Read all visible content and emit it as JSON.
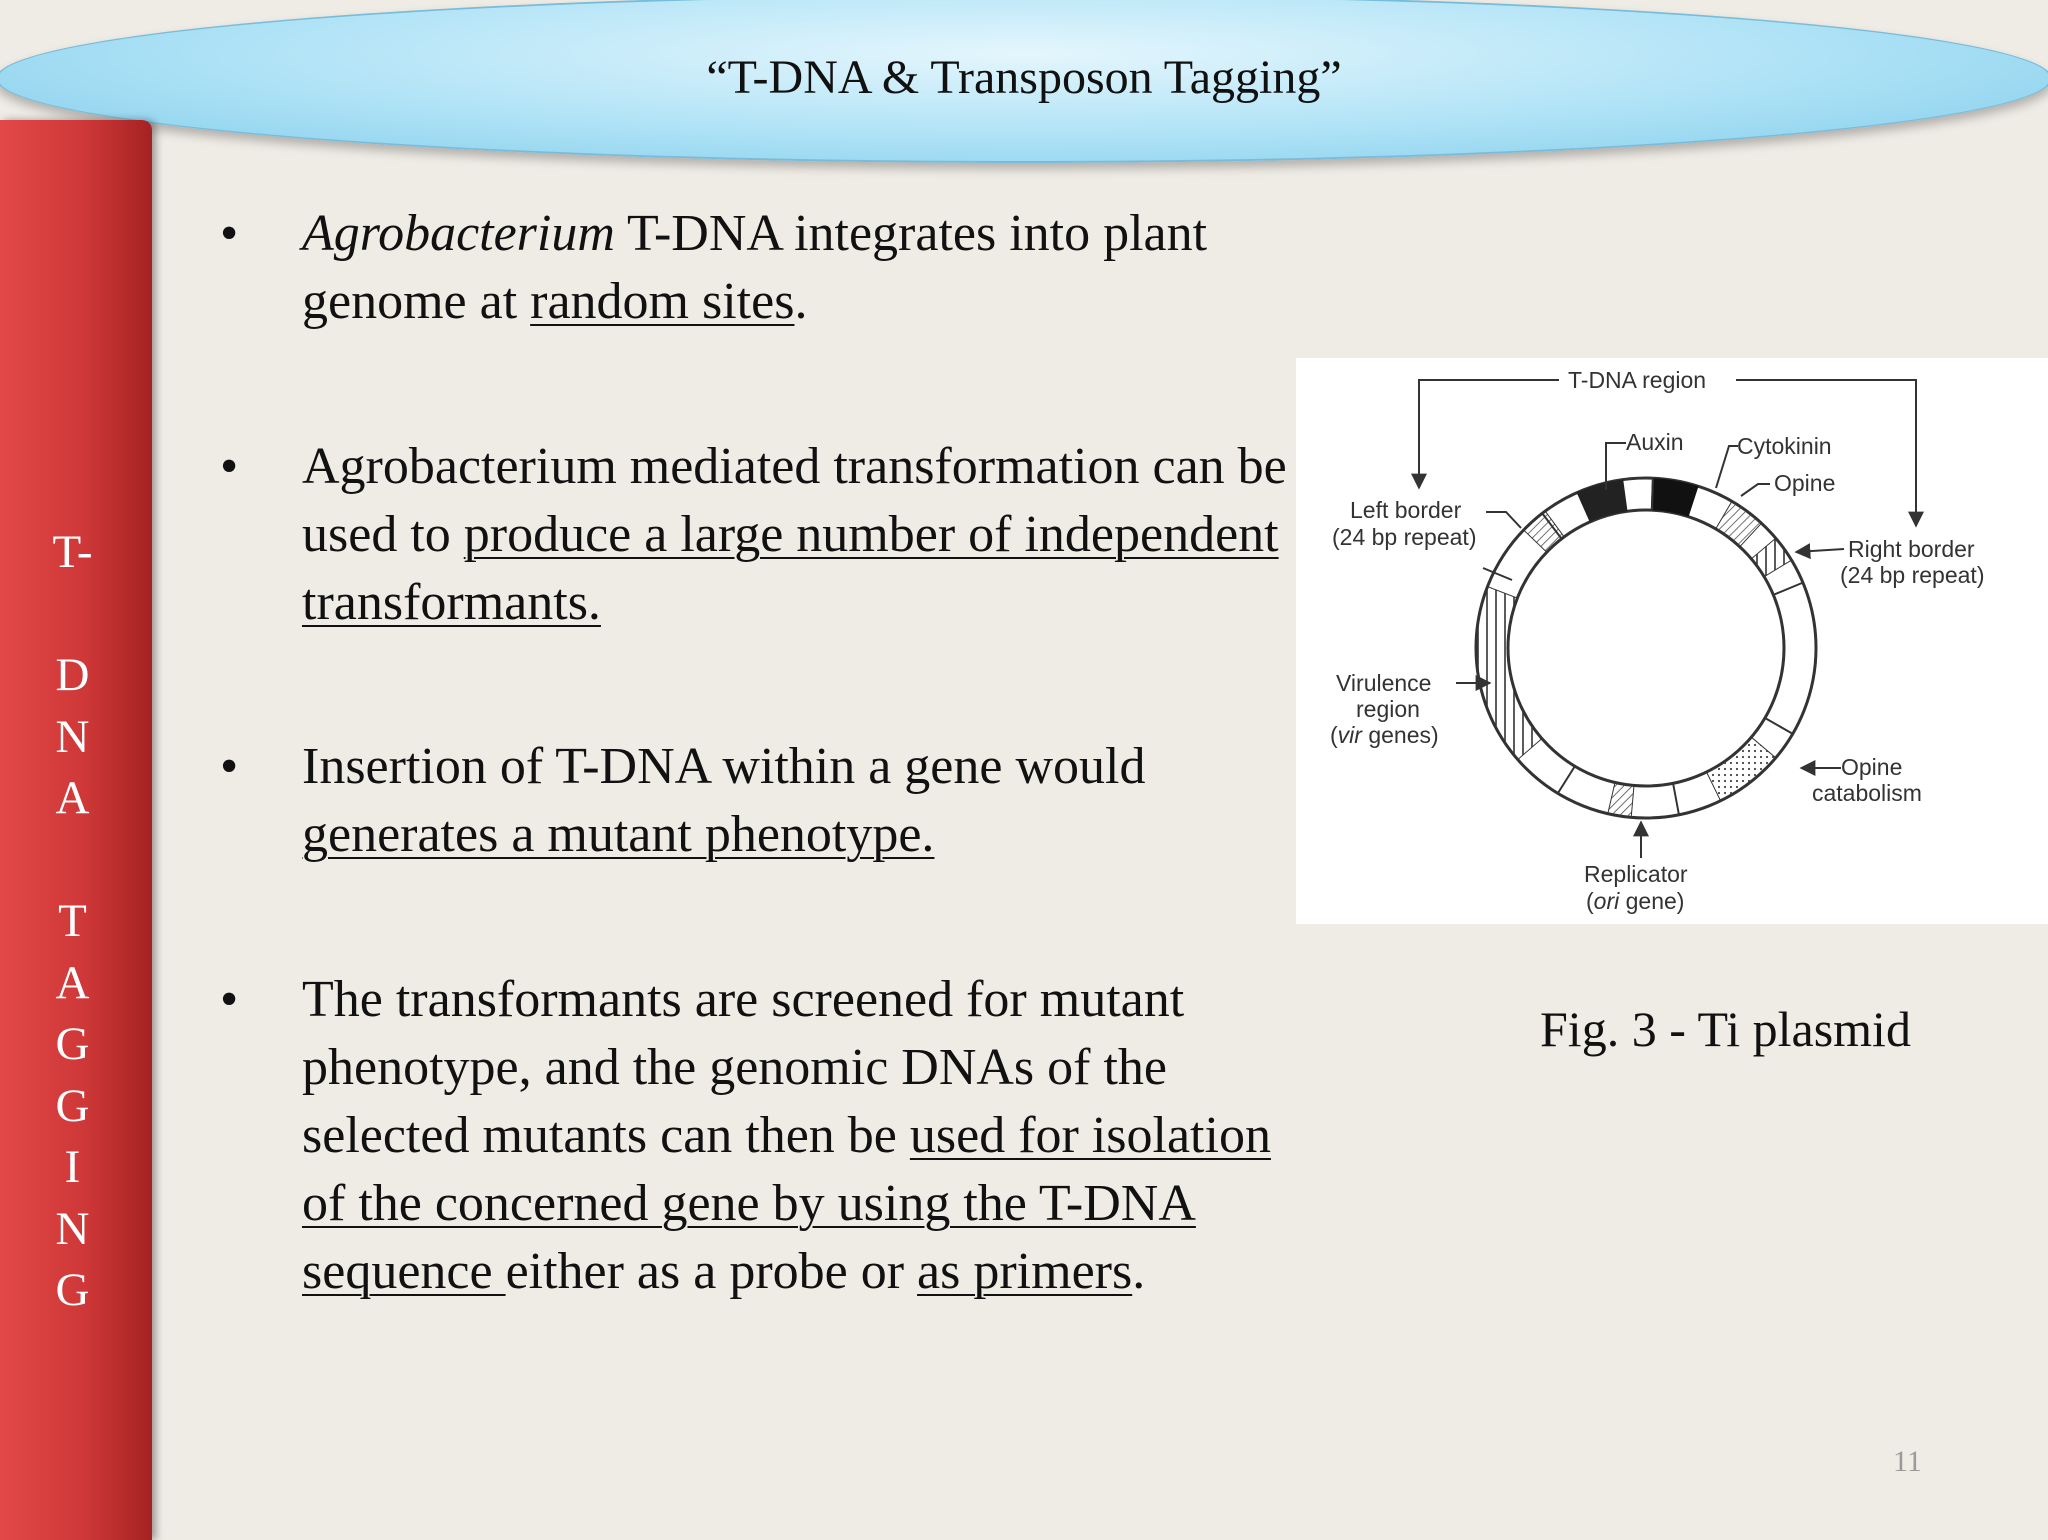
{
  "slide": {
    "title": "“T-DNA & Transposon Tagging”",
    "side_label_lines": [
      "T-",
      "",
      "D",
      "N",
      "A",
      "",
      "T",
      "A",
      "G",
      "G",
      "I",
      "N",
      "G"
    ],
    "page_number": "11"
  },
  "bullets": [
    {
      "marker": "•",
      "segments": [
        {
          "text": "Agrobacterium",
          "style": "italic"
        },
        {
          "text": " T-DNA integrates into plant genome at ",
          "style": "plain"
        },
        {
          "text": "random sites",
          "style": "underline"
        },
        {
          "text": ".",
          "style": "plain"
        }
      ]
    },
    {
      "marker": "•",
      "segments": [
        {
          "text": "Agrobacterium mediated transformation can be used to ",
          "style": "plain"
        },
        {
          "text": "produce a large number of independent transformants.",
          "style": "underline"
        }
      ]
    },
    {
      "marker": "•",
      "segments": [
        {
          "text": "Insertion of T-DNA within a gene would ",
          "style": "plain"
        },
        {
          "text": "generates a mutant phenotype.",
          "style": "underline"
        }
      ]
    },
    {
      "marker": "•",
      "segments": [
        {
          "text": "The transformants are screened for mutant phenotype, and the genomic DNAs of the selected mutants can then be ",
          "style": "plain"
        },
        {
          "text": "used for isolation of the concerned gene by using the T-DNA sequence ",
          "style": "underline"
        },
        {
          "text": "either as a probe or ",
          "style": "plain"
        },
        {
          "text": "as  primers",
          "style": "underline"
        },
        {
          "text": ".",
          "style": "plain"
        }
      ]
    }
  ],
  "figure": {
    "caption": "Fig. 3 - Ti plasmid",
    "labels": {
      "t_dna_region": "T-DNA region",
      "auxin": "Auxin",
      "cytokinin": "Cytokinin",
      "opine": "Opine",
      "left_border": "Left border",
      "left_border_sub": "(24 bp repeat)",
      "right_border": "Right border",
      "right_border_sub": "(24 bp repeat)",
      "virulence": "Virulence",
      "virulence_region": "region",
      "vir_italic": "vir",
      "vir_genes": " genes)",
      "opine_cat": "Opine",
      "catabolism": "catabolism",
      "replicator": "Replicator",
      "ori_italic": "ori",
      "ori_gene": " gene)"
    }
  }
}
